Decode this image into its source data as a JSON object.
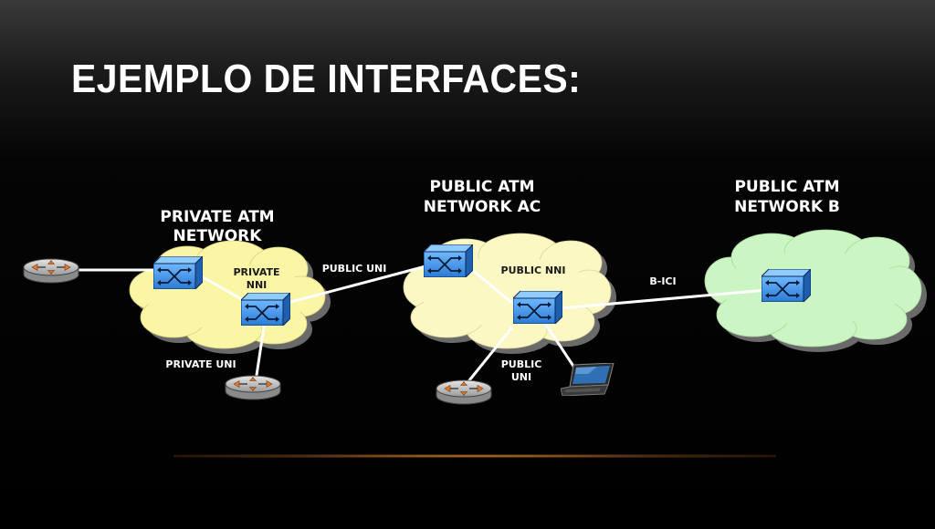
{
  "slide": {
    "title": "EJEMPLO DE INTERFACES:"
  },
  "networks": {
    "private": {
      "line1": "PRIVATE ATM",
      "line2": "NETWORK",
      "fill": "#fbf5a6"
    },
    "public_ac": {
      "line1": "PUBLIC ATM",
      "line2": "NETWORK AC",
      "fill": "#fbf8c4"
    },
    "public_b": {
      "line1": "PUBLIC ATM",
      "line2": "NETWORK B",
      "fill": "#ccf5c4"
    }
  },
  "interfaces": {
    "private_nni_line1": "PRIVATE",
    "private_nni_line2": "NNI",
    "public_uni_top": "PUBLIC  UNI",
    "public_nni": "PUBLIC  NNI",
    "b_ici": "B-ICI",
    "private_uni": "PRIVATE UNI",
    "public_uni_bottom_line1": "PUBLIC",
    "public_uni_bottom_line2": "UNI"
  },
  "icons": {
    "switch": "atm-switch-icon",
    "router": "router-icon",
    "laptop": "laptop-icon"
  },
  "colors": {
    "switch_fill": "#3d8fe0",
    "router_fill": "#c7c7c7",
    "link": "#ffffff"
  }
}
